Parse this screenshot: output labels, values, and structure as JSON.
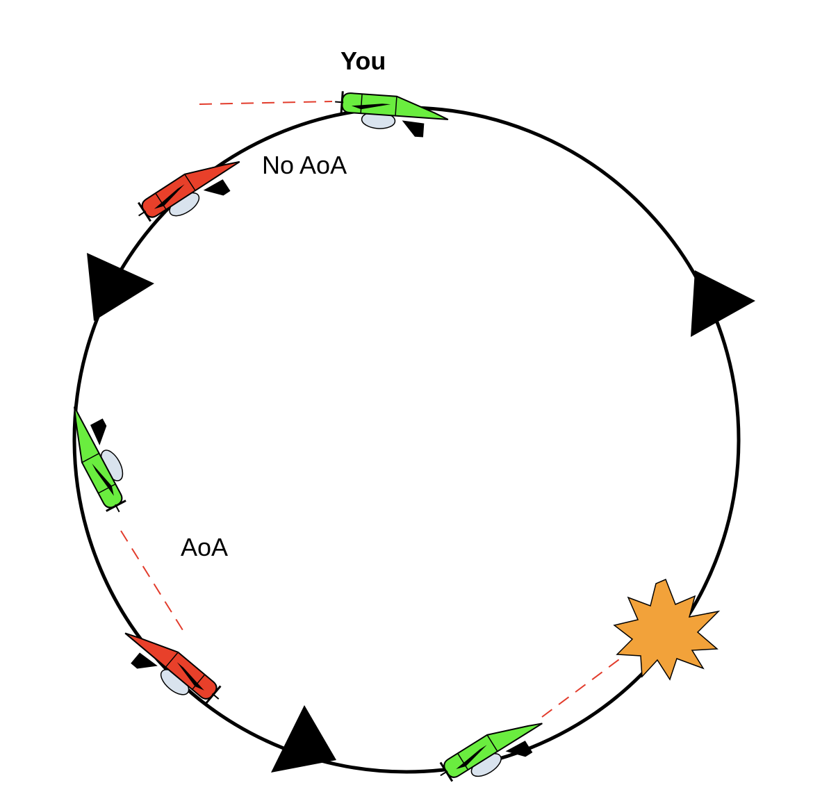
{
  "labels": {
    "you": "You",
    "no_aoa": "No AoA",
    "aoa": "AoA"
  },
  "colors": {
    "orbit": "#000000",
    "friendly_plane": "#6aed3f",
    "enemy_plane": "#e8402a",
    "canopy": "#d9e3ee",
    "explosion": "#f2a23a",
    "aim_line": "#e23b2b",
    "direction_arrow": "#000000"
  },
  "planes": [
    {
      "id": "you",
      "team": "friendly"
    },
    {
      "id": "enemy-top-left",
      "team": "enemy"
    },
    {
      "id": "friendly-left",
      "team": "friendly"
    },
    {
      "id": "enemy-bottom-left",
      "team": "enemy"
    },
    {
      "id": "friendly-bottom-right",
      "team": "friendly"
    }
  ],
  "icons": {
    "direction": "triangle-arrow-icon",
    "explosion": "explosion-burst-icon"
  }
}
